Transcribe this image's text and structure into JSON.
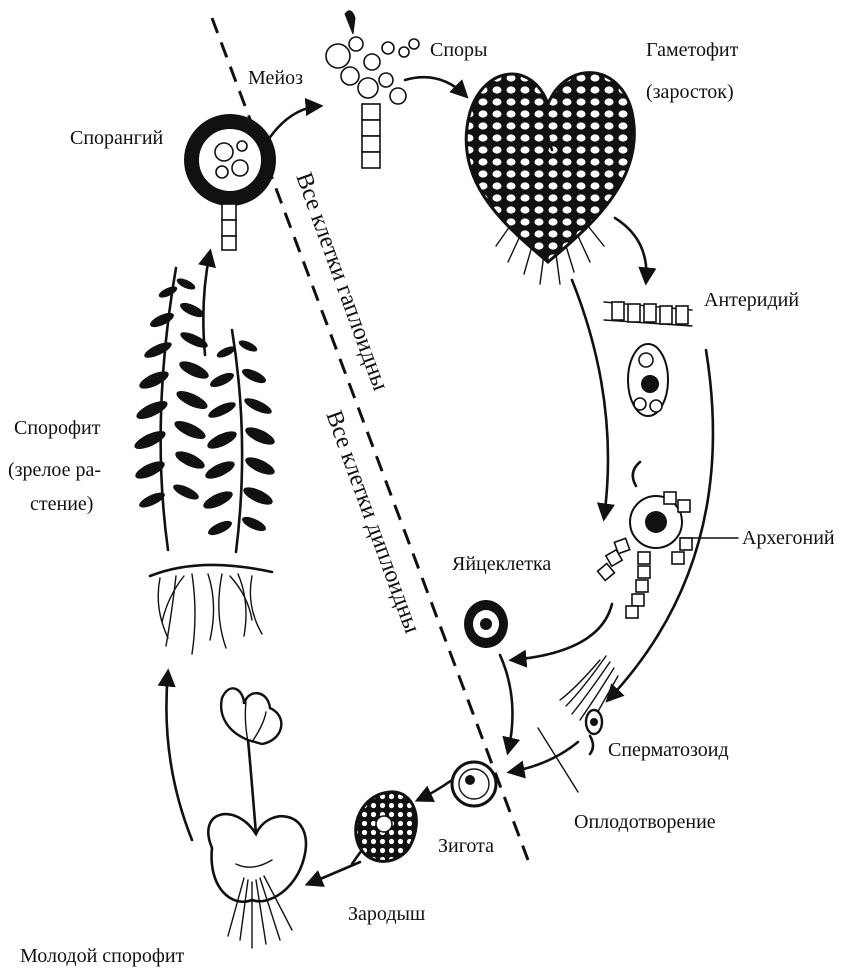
{
  "labels": {
    "meiosis": "Мейоз",
    "spores": "Споры",
    "gametophyte_1": "Гаметофит",
    "gametophyte_2": "(заросток)",
    "sporangium": "Спорангий",
    "antheridium": "Антеридий",
    "archegonium": "Архегоний",
    "egg": "Яйцеклетка",
    "sporophyte_1": "Спорофит",
    "sporophyte_2": "(зрелое ра-",
    "sporophyte_3": "стение)",
    "sperm": "Сперматозоид",
    "fertilization": "Оплодотворение",
    "zygote": "Зигота",
    "embryo": "Зародыш",
    "young_sporophyte": "Молодой спорофит",
    "haploid": "Все клетки гаплоидны",
    "diploid": "Все клетки диплоидны"
  },
  "colors": {
    "ink": "#111111",
    "paper": "#ffffff"
  }
}
